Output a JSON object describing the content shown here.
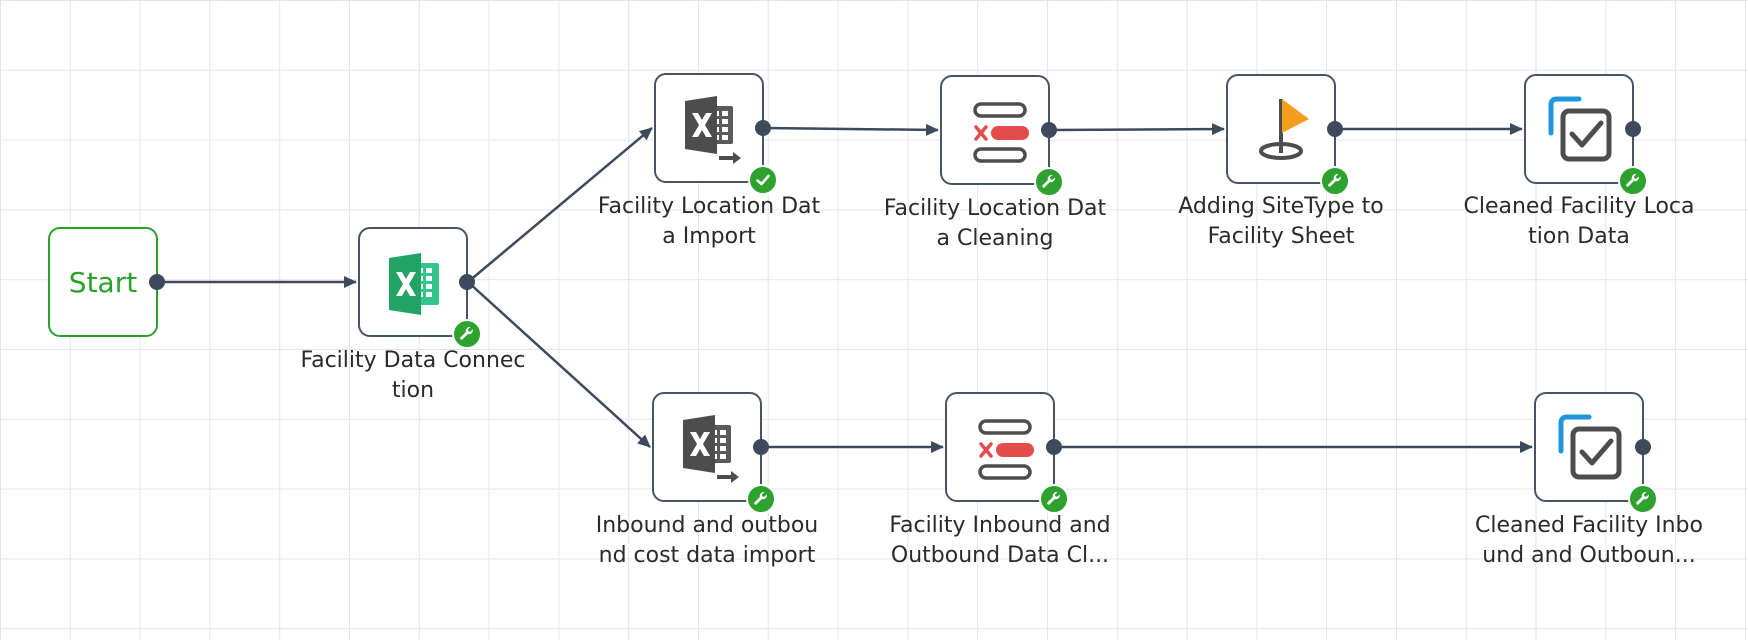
{
  "colors": {
    "edge": "#3d4a5c",
    "node_border": "#475466",
    "start": "#2aa12a",
    "badge": "#2fa12f",
    "excel_green": "#21a366",
    "clean_red": "#e24c4b",
    "flag_orange": "#f29d1c",
    "check_blue": "#1d96dc",
    "grid": "#e3e4f0"
  },
  "nodes": [
    {
      "id": "start",
      "label": "Start",
      "icon": "start"
    },
    {
      "id": "facility-data-connection",
      "label": "Facility Data Connec\ntion",
      "icon": "excel-green-icon",
      "badge": "wrench-icon"
    },
    {
      "id": "facility-location-import",
      "label": "Facility Location Dat\na Import",
      "icon": "excel-import-icon",
      "badge": "check-icon"
    },
    {
      "id": "facility-location-cleaning",
      "label": "Facility Location Dat\na Cleaning",
      "icon": "data-clean-icon",
      "badge": "wrench-icon"
    },
    {
      "id": "adding-sitetype",
      "label": "Adding SiteType to\nFacility Sheet",
      "icon": "flag-icon",
      "badge": "wrench-icon"
    },
    {
      "id": "cleaned-facility-location",
      "label": "Cleaned Facility Loca\ntion Data",
      "icon": "checkbox-icon",
      "badge": "wrench-icon"
    },
    {
      "id": "inbound-outbound-import",
      "label": "Inbound and outbou\nnd cost data import",
      "icon": "excel-import-icon",
      "badge": "wrench-icon"
    },
    {
      "id": "facility-inbound-outbound-cleaning",
      "label": "Facility Inbound and\nOutbound Data Cl...",
      "icon": "data-clean-icon",
      "badge": "wrench-icon"
    },
    {
      "id": "cleaned-facility-inbound-outbound",
      "label": "Cleaned Facility Inbo\nund and Outboun...",
      "icon": "checkbox-icon",
      "badge": "wrench-icon"
    }
  ],
  "edges": [
    {
      "from": "start",
      "to": "facility-data-connection"
    },
    {
      "from": "facility-data-connection",
      "to": "facility-location-import"
    },
    {
      "from": "facility-data-connection",
      "to": "inbound-outbound-import"
    },
    {
      "from": "facility-location-import",
      "to": "facility-location-cleaning"
    },
    {
      "from": "facility-location-cleaning",
      "to": "adding-sitetype"
    },
    {
      "from": "adding-sitetype",
      "to": "cleaned-facility-location"
    },
    {
      "from": "inbound-outbound-import",
      "to": "facility-inbound-outbound-cleaning"
    },
    {
      "from": "facility-inbound-outbound-cleaning",
      "to": "cleaned-facility-inbound-outbound"
    }
  ]
}
